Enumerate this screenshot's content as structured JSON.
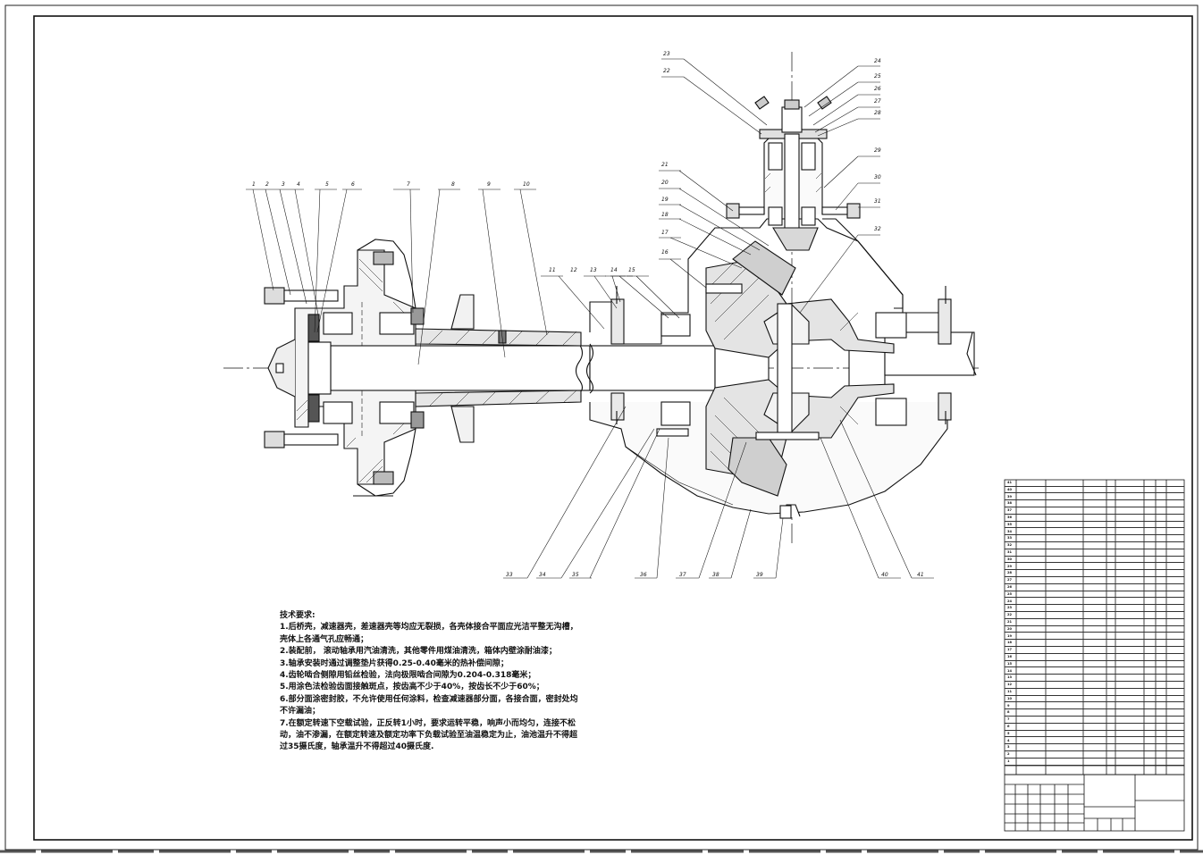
{
  "technical_requirements": {
    "title": "技术要求:",
    "lines": [
      "1.后桥壳，减速器壳，差速器壳等均应无裂损，各壳体接合平面应光洁平整无沟槽，",
      "壳体上各通气孔应畅通；",
      "2.装配前， 滚动轴承用汽油清洗，其他零件用煤油清洗，箱体内壁涂耐油漆；",
      "3.轴承安装时通过调整垫片获得0.25-0.40毫米的热补偿间隙；",
      "4.齿轮啮合侧隙用铅丝检验，法向极限啮合间隙为0.204-0.318毫米；",
      "5.用涂色法检验齿面接触斑点，按齿高不少于40%，按齿长不少于60%；",
      "6.部分面涂密封胶，不允许使用任何涂料，检查减速器部分面，各接合面，密封处均",
      "不许漏油；",
      "7.在额定转速下空载试验，正反转1小时，要求运转平稳，响声小而均匀，连接不松",
      "动，油不渗漏，在额定转速及额定功率下负载试验至油温稳定为止，油池温升不得超",
      "过35摄氏度，轴承温升不得超过40摄氏度."
    ]
  },
  "callouts": {
    "top_left": [
      "1",
      "2",
      "3",
      "4",
      "5",
      "6",
      "7",
      "8",
      "9",
      "10"
    ],
    "mid_row": [
      "11",
      "12",
      "13",
      "14",
      "15",
      "16"
    ],
    "right_column": [
      "17",
      "18",
      "19",
      "20",
      "21",
      "22",
      "23",
      "24",
      "25",
      "26",
      "27",
      "28",
      "29",
      "30",
      "31",
      "32"
    ],
    "bottom_row": [
      "33",
      "34",
      "35",
      "36",
      "37",
      "38",
      "39",
      "40",
      "41"
    ]
  },
  "bom": {
    "rows": [
      [
        "41",
        "",
        "",
        "",
        "",
        ""
      ],
      [
        "40",
        "",
        "",
        "",
        "",
        ""
      ],
      [
        "39",
        "",
        "",
        "",
        "",
        ""
      ],
      [
        "38",
        "",
        "",
        "",
        "",
        ""
      ],
      [
        "37",
        "",
        "",
        "",
        "",
        ""
      ],
      [
        "36",
        "",
        "",
        "",
        "",
        ""
      ],
      [
        "35",
        "",
        "",
        "",
        "",
        ""
      ],
      [
        "34",
        "",
        "",
        "",
        "",
        ""
      ],
      [
        "33",
        "",
        "",
        "",
        "",
        ""
      ],
      [
        "32",
        "",
        "",
        "",
        "",
        ""
      ],
      [
        "31",
        "",
        "",
        "",
        "",
        ""
      ],
      [
        "30",
        "",
        "",
        "",
        "",
        ""
      ],
      [
        "29",
        "",
        "",
        "",
        "",
        ""
      ],
      [
        "28",
        "",
        "",
        "",
        "",
        ""
      ],
      [
        "27",
        "",
        "",
        "",
        "",
        ""
      ],
      [
        "26",
        "",
        "",
        "",
        "",
        ""
      ],
      [
        "25",
        "",
        "",
        "",
        "",
        ""
      ],
      [
        "24",
        "",
        "",
        "",
        "",
        ""
      ],
      [
        "23",
        "",
        "",
        "",
        "",
        ""
      ],
      [
        "22",
        "",
        "",
        "",
        "",
        ""
      ],
      [
        "21",
        "",
        "",
        "",
        "",
        ""
      ],
      [
        "20",
        "",
        "",
        "",
        "",
        ""
      ],
      [
        "19",
        "",
        "",
        "",
        "",
        ""
      ],
      [
        "18",
        "",
        "",
        "",
        "",
        ""
      ],
      [
        "17",
        "",
        "",
        "",
        "",
        ""
      ],
      [
        "16",
        "",
        "",
        "",
        "",
        ""
      ],
      [
        "15",
        "",
        "",
        "",
        "",
        ""
      ],
      [
        "14",
        "",
        "",
        "",
        "",
        ""
      ],
      [
        "13",
        "",
        "",
        "",
        "",
        ""
      ],
      [
        "12",
        "",
        "",
        "",
        "",
        ""
      ],
      [
        "11",
        "",
        "",
        "",
        "",
        ""
      ],
      [
        "10",
        "",
        "",
        "",
        "",
        ""
      ],
      [
        "9",
        "",
        "",
        "",
        "",
        ""
      ],
      [
        "8",
        "",
        "",
        "",
        "",
        ""
      ],
      [
        "7",
        "",
        "",
        "",
        "",
        ""
      ],
      [
        "6",
        "",
        "",
        "",
        "",
        ""
      ],
      [
        "5",
        "",
        "",
        "",
        "",
        ""
      ],
      [
        "4",
        "",
        "",
        "",
        "",
        ""
      ],
      [
        "3",
        "",
        "",
        "",
        "",
        ""
      ],
      [
        "2",
        "",
        "",
        "",
        "",
        ""
      ],
      [
        "1",
        "",
        "",
        "",
        "",
        ""
      ]
    ]
  }
}
